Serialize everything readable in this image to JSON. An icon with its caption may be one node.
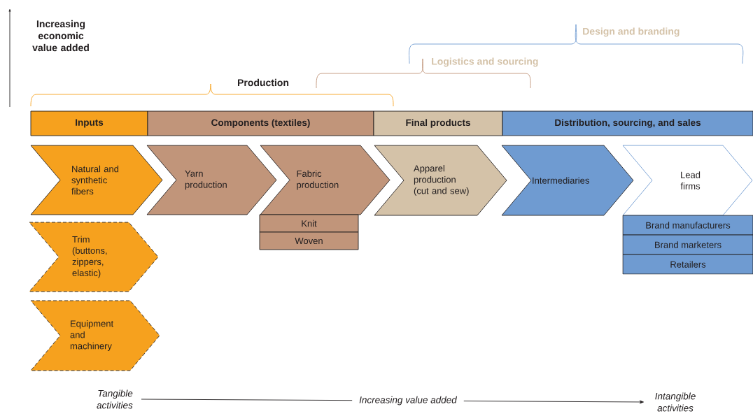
{
  "diagram": {
    "nodes": [
      {
        "text": [
          "Inputs"
        ]
      },
      {
        "text": [
          "Components (textiles)"
        ]
      },
      {
        "text": [
          "Final products"
        ]
      },
      {
        "text": [
          "Distribution, sourcing, and sales"
        ]
      },
      {
        "text": [
          "Natural and synthetic fibers"
        ]
      },
      {
        "text": [
          "Yarn production"
        ]
      },
      {
        "text": [
          "Fabric production"
        ]
      },
      {
        "text": [
          "Apparel production (cut and sew)"
        ]
      },
      {
        "text": [
          "Intermediaries"
        ]
      },
      {
        "text": [
          "Lead firms"
        ]
      },
      {
        "text": [
          "Knit"
        ]
      },
      {
        "text": [
          "Woven"
        ]
      },
      {
        "text": [
          "Brand manufacturers"
        ]
      },
      {
        "text": [
          "Brand marketers"
        ]
      },
      {
        "text": [
          "Retailers"
        ]
      },
      {
        "text": [
          "Trim (buttons, zippers, elastic)"
        ]
      },
      {
        "text": [
          "Equipment and machinery"
        ]
      },
      {
        "text": [
          "Tangible activities"
        ]
      },
      {
        "text": [
          "Intangible activities"
        ]
      }
    ],
    "edges": [
      {
        "from": 17,
        "to": 18,
        "arrow": "to",
        "label": "Increasing value added"
      }
    ],
    "labels": [
      "Increasing economic value added",
      "Design and branding",
      "Logistics and sourcing",
      "Production"
    ]
  }
}
